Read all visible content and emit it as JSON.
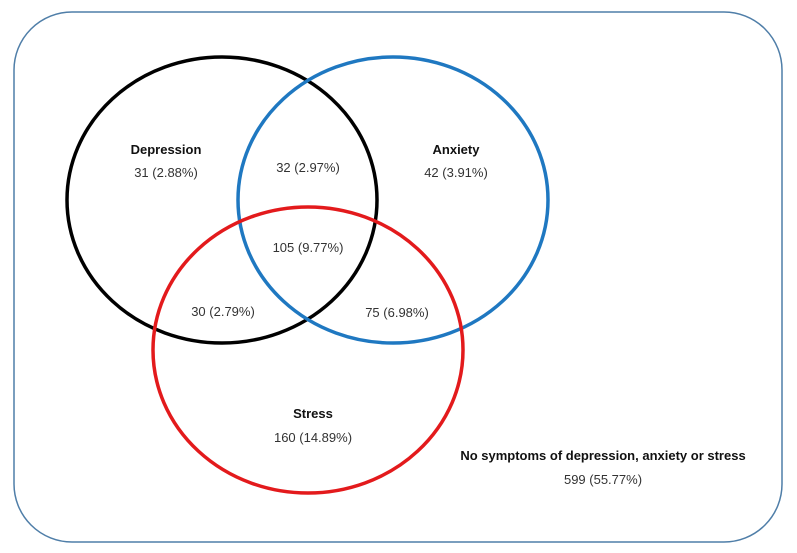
{
  "diagram": {
    "type": "venn",
    "colors": {
      "frame": "#4f7ea8",
      "depression": "#000000",
      "anxiety": "#1f78c1",
      "stress": "#e31a1c"
    },
    "sets": {
      "depression": {
        "name": "Depression",
        "only": "31 (2.88%)"
      },
      "anxiety": {
        "name": "Anxiety",
        "only": "42 (3.91%)"
      },
      "stress": {
        "name": "Stress",
        "only": "160 (14.89%)"
      }
    },
    "intersections": {
      "depression_anxiety": "32 (2.97%)",
      "depression_stress": "30 (2.79%)",
      "anxiety_stress": "75 (6.98%)",
      "all_three": "105 (9.77%)"
    },
    "outside": {
      "label": "No symptoms of depression, anxiety or stress",
      "value": "599 (55.77%)"
    }
  }
}
